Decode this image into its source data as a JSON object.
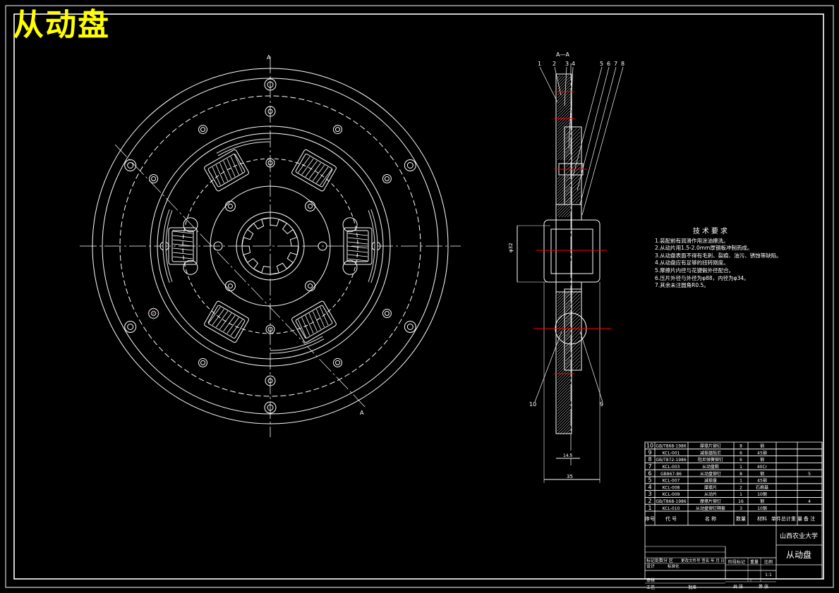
{
  "title": "从动盘",
  "section_label": "A—A",
  "cut_label": "A",
  "tech_title": "技术要求",
  "tech_lines": [
    "1.装配前有润滑作用涂油擦洗。",
    "2.从动片用1.5-2.0mm厚钢板冲制而成。",
    "3.从动盘表面不得有毛刺、裂痕、油污、锈蚀等缺陷。",
    "4.从动盘应有足够的扭转刚度。",
    "5.摩擦片内径与花键毂外径配合。",
    "6.压片外径与外径为φ88，内径为φ34。",
    "7.其余未注圆角R0.5。"
  ],
  "callouts_top": [
    "1",
    "2",
    "3",
    "4",
    "5",
    "6",
    "7",
    "8"
  ],
  "callouts_bottom": [
    "10",
    "9"
  ],
  "dims": {
    "bore": "φ32",
    "hub_len": "14.5",
    "width": "35"
  },
  "bom": [
    {
      "no": "10",
      "code": "GB/T868-1986",
      "name": "摩擦片铆钉",
      "qty": "8",
      "mat": "钢",
      "note": ""
    },
    {
      "no": "9",
      "code": "KCL-001",
      "name": "减振器阻尼",
      "qty": "6",
      "mat": "45钢",
      "note": ""
    },
    {
      "no": "8",
      "code": "GB/T872-1986",
      "name": "阻尼弹簧铆钉",
      "qty": "6",
      "mat": "钢",
      "note": ""
    },
    {
      "no": "7",
      "code": "KCL-003",
      "name": "从动盘毂",
      "qty": "1",
      "mat": "40Cr",
      "note": ""
    },
    {
      "no": "6",
      "code": "GB867-86",
      "name": "从动盘铆钉",
      "qty": "8",
      "mat": "钢",
      "note": "5"
    },
    {
      "no": "5",
      "code": "KCL-007",
      "name": "减振盘",
      "qty": "1",
      "mat": "45钢",
      "note": ""
    },
    {
      "no": "4",
      "code": "KCL-008",
      "name": "摩擦片",
      "qty": "2",
      "mat": "石棉基",
      "note": ""
    },
    {
      "no": "3",
      "code": "KCL-009",
      "name": "从动片",
      "qty": "1",
      "mat": "10钢",
      "note": ""
    },
    {
      "no": "2",
      "code": "GB/T868-1986",
      "name": "摩擦片铆钉",
      "qty": "16",
      "mat": "钢",
      "note": "4"
    },
    {
      "no": "1",
      "code": "KCL-010",
      "name": "从动盘铆钉隔套",
      "qty": "3",
      "mat": "10钢",
      "note": ""
    }
  ],
  "bom_header": {
    "no": "序号",
    "code": "代 号",
    "name": "名 称",
    "qty": "数量",
    "mat": "材料",
    "wt": "单件总计重 量",
    "note": "备 注"
  },
  "title_block": {
    "school": "山西农业大学",
    "drawing": "从动盘",
    "row_a": "标记处数分 区",
    "row_a2": "更改文件号 签名 年 月 日",
    "design": "设计",
    "design2": "标准化",
    "phase": "阶段标记",
    "weight": "重量",
    "scale": "比例",
    "scale_val": "1:1",
    "review": "审核",
    "craft": "工艺",
    "approve": "批准",
    "sheets": "共 张",
    "sheet": "第 张"
  },
  "colors": {
    "line": "#ffffff",
    "center": "#ff0000",
    "title": "#ffff00",
    "bg": "#000000"
  }
}
